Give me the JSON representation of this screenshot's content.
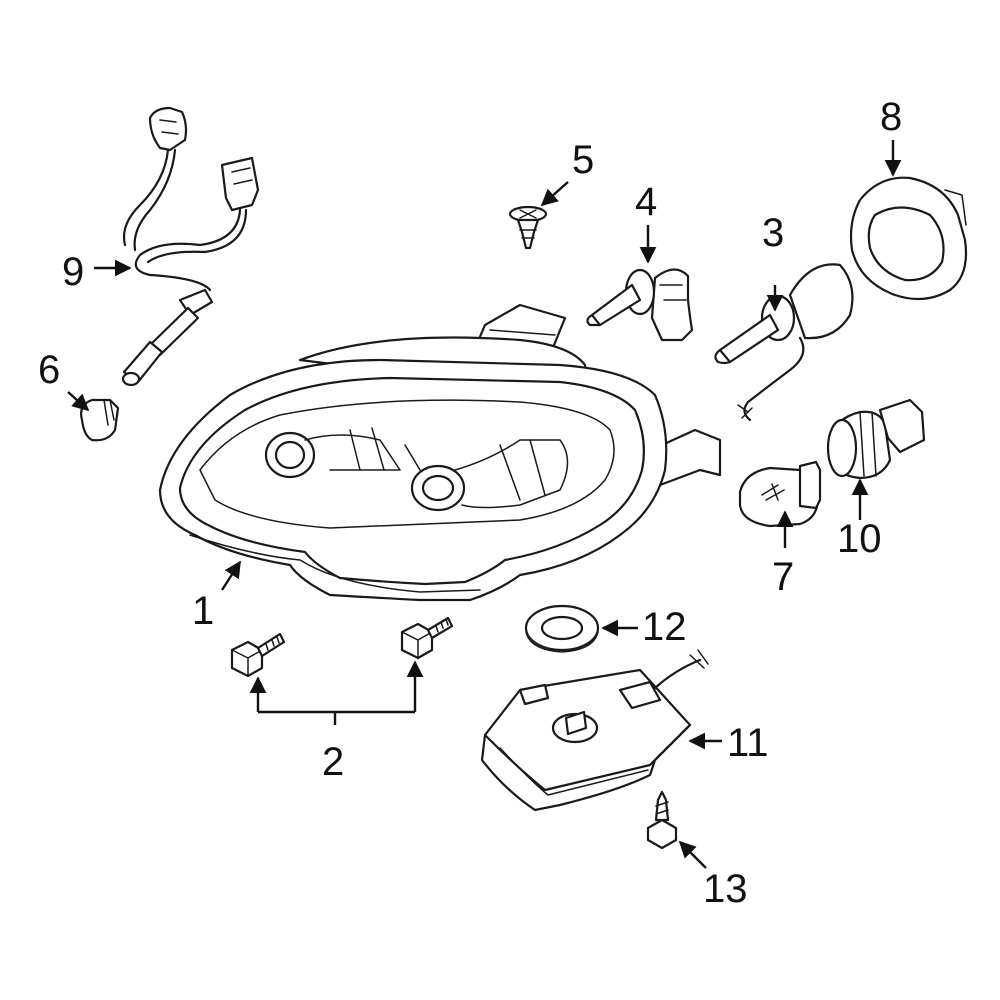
{
  "diagram": {
    "highlight_color": "#2f3fd6",
    "highlighted_part": "7",
    "callouts": [
      {
        "id": "1",
        "label": "1"
      },
      {
        "id": "2",
        "label": "2"
      },
      {
        "id": "3",
        "label": "3"
      },
      {
        "id": "4",
        "label": "4"
      },
      {
        "id": "5",
        "label": "5"
      },
      {
        "id": "6",
        "label": "6"
      },
      {
        "id": "7",
        "label": "7"
      },
      {
        "id": "8",
        "label": "8"
      },
      {
        "id": "9",
        "label": "9"
      },
      {
        "id": "10",
        "label": "10"
      },
      {
        "id": "11",
        "label": "11"
      },
      {
        "id": "12",
        "label": "12"
      },
      {
        "id": "13",
        "label": "13"
      }
    ]
  }
}
